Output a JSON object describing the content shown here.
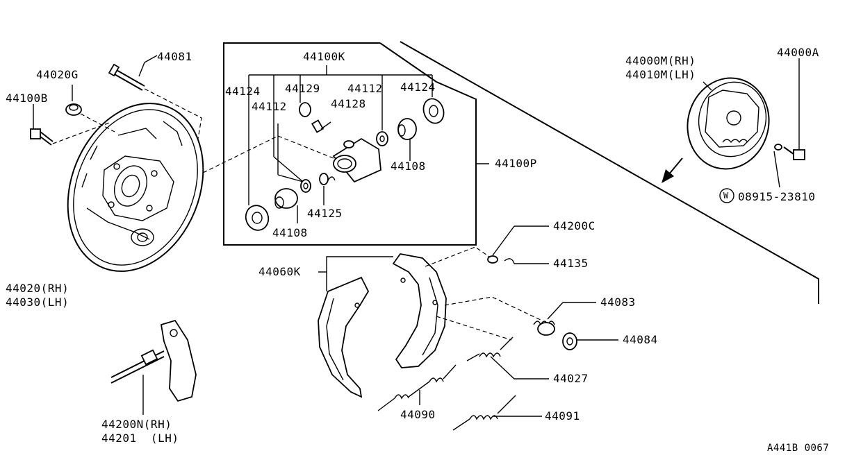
{
  "labels": {
    "p44081": "44081",
    "p44020G": "44020G",
    "p44100B": "44100B",
    "p44020": "44020(RH)",
    "p44030": "44030(LH)",
    "p44100K": "44100K",
    "p44124a": "44124",
    "p44129": "44129",
    "p44112a": "44112",
    "p44124b": "44124",
    "p44112b": "44112",
    "p44128": "44128",
    "p44108a": "44108",
    "p44125": "44125",
    "p44108b": "44108",
    "p44100P": "44100P",
    "p44000M": "44000M(RH)",
    "p44010M": "44010M(LH)",
    "p44000A": "44000A",
    "w_mark": "W",
    "p08915": "08915-23810",
    "p44200C": "44200C",
    "p44135": "44135",
    "p44060K": "44060K",
    "p44083": "44083",
    "p44084": "44084",
    "p44027": "44027",
    "p44090": "44090",
    "p44091": "44091",
    "p44200N": "44200N(RH)",
    "p44201": "44201  (LH)",
    "figure_code": "A441B 0067"
  }
}
